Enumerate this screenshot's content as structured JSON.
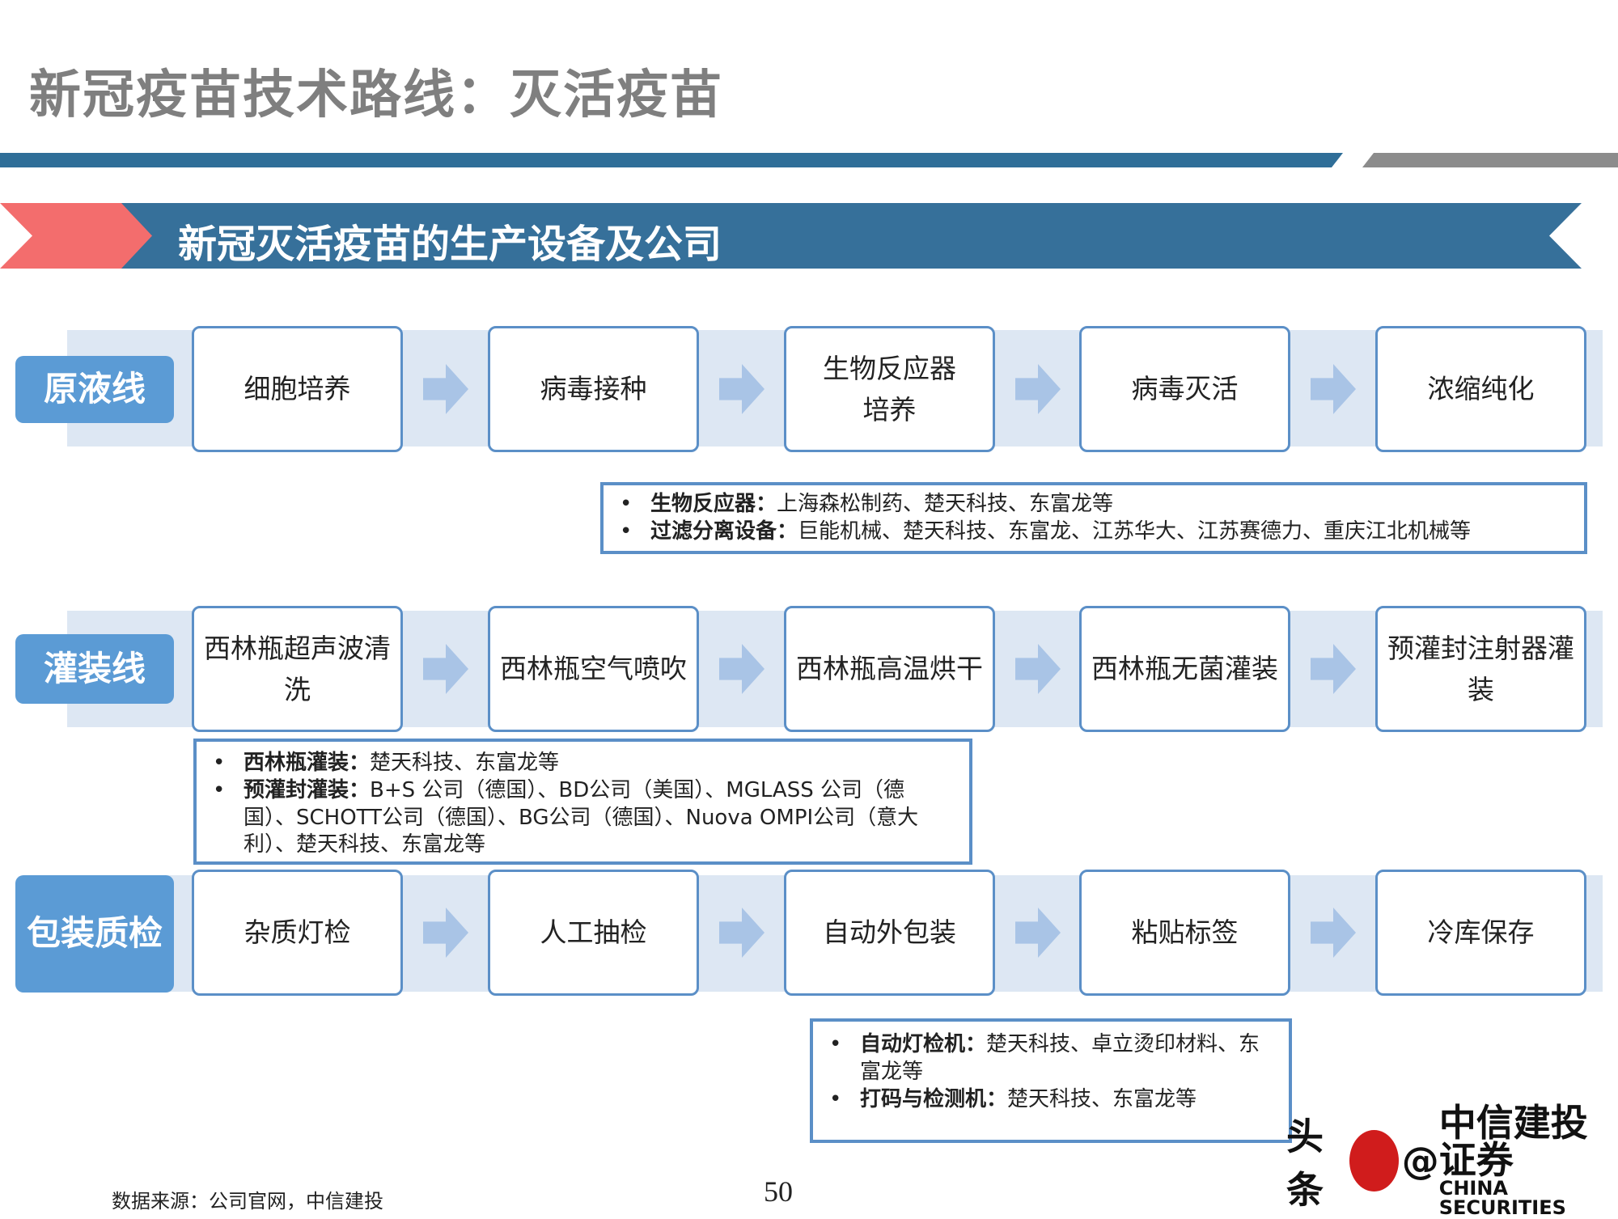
{
  "title": "新冠疫苗技术路线：灭活疫苗",
  "banner": "新冠灭活疫苗的生产设备及公司",
  "rows": [
    {
      "label": "原液线",
      "steps": [
        "细胞培养",
        "病毒接种",
        "生物反应器\n培养",
        "病毒灭活",
        "浓缩纯化"
      ]
    },
    {
      "label": "灌装线",
      "steps": [
        "西林瓶超声波清洗",
        "西林瓶空气喷吹",
        "西林瓶高温烘干",
        "西林瓶无菌灌装",
        "预灌封注射器灌装"
      ]
    },
    {
      "label": "包装质检",
      "steps": [
        "杂质灯检",
        "人工抽检",
        "自动外包装",
        "粘贴标签",
        "冷库保存"
      ]
    }
  ],
  "info_boxes": [
    [
      {
        "term": "生物反应器：",
        "text": "上海森松制药、楚天科技、东富龙等"
      },
      {
        "term": "过滤分离设备：",
        "text": "巨能机械、楚天科技、东富龙、江苏华大、江苏赛德力、重庆江北机械等"
      }
    ],
    [
      {
        "term": "西林瓶灌装：",
        "text": "楚天科技、东富龙等"
      },
      {
        "term": "预灌封灌装：",
        "text": "B+S 公司（德国）、BD公司（美国）、MGLASS 公司（德国）、SCHOTT公司（德国）、BG公司（德国）、Nuova OMPI公司（意大利）、楚天科技、东富龙等"
      }
    ],
    [
      {
        "term": "自动灯检机：",
        "text": "楚天科技、卓立烫印材料、东富龙等"
      },
      {
        "term": "打码与检测机：",
        "text": "楚天科技、东富龙等"
      }
    ]
  ],
  "source": "数据来源：公司官网，中信建投",
  "page_number": "50",
  "watermark": {
    "prefix": "头条",
    "at": "@",
    "name": "中信建投证券",
    "name_en": "CHINA SECURITIES"
  },
  "colors": {
    "title": "#7f7f7f",
    "banner": "#36709a",
    "accent_red": "#f36d6d",
    "label": "#5b9bd5",
    "border": "#5b8fc7",
    "band": "#dde7f3"
  }
}
